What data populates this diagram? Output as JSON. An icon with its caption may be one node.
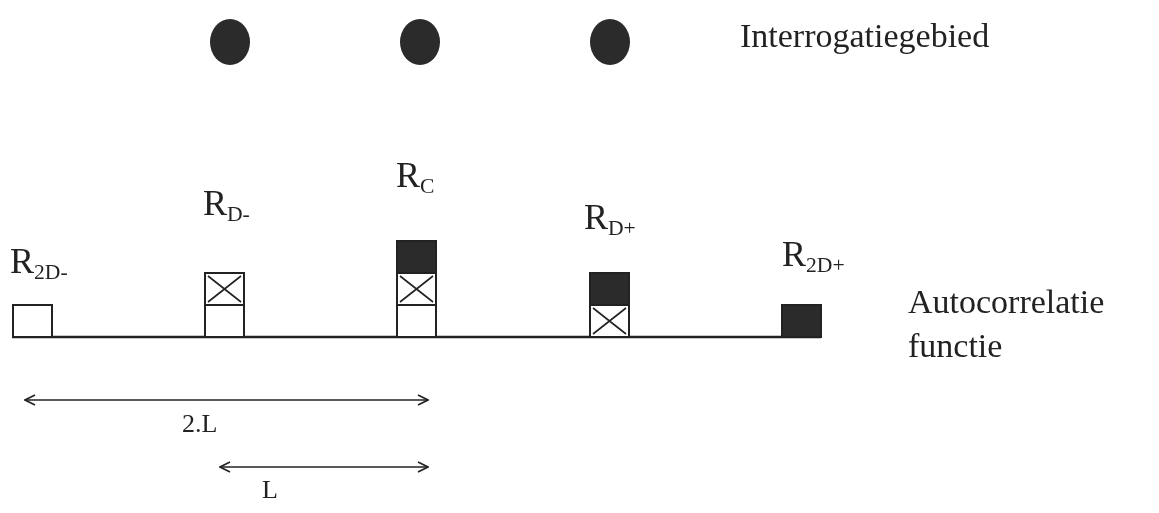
{
  "diagram": {
    "labels": [
      "Interrogatiegebied",
      "R$_{2D-}$",
      "R$_{D-}$",
      "R$_{C}$",
      "R$_{D+}$",
      "R$_{2D+}$",
      "Autocorrelatie functie",
      "2.L",
      "L"
    ]
  }
}
